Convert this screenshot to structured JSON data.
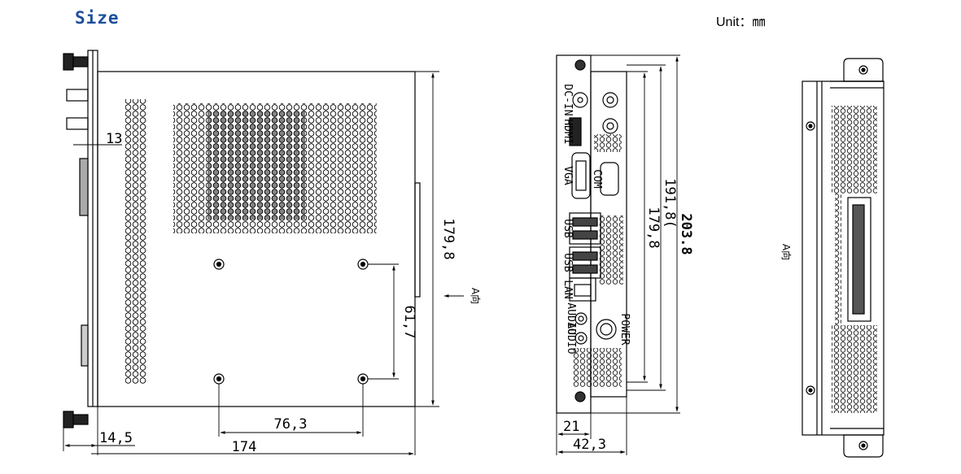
{
  "header": {
    "title": "Size",
    "unit": "Unit：㎜"
  },
  "side_view": {
    "dim_top_offset": "13",
    "dim_height": "179,8",
    "dim_hole_vertical": "61,7",
    "dim_hole_horizontal": "76,3",
    "dim_left_offset": "14,5",
    "dim_total_width": "174",
    "direction_label": "A向"
  },
  "front_view": {
    "dim_total_height": "203.8",
    "dim_height_with_note": "191,8(",
    "dim_inner_height": "179,8",
    "dim_top_width": "21",
    "dim_total_width": "42,3",
    "ports": [
      "DC-IN",
      "HDMI",
      "VGA",
      "COM",
      "USB",
      "USB",
      "LAN",
      "AUDIO",
      "AUDIO",
      "POWER"
    ]
  },
  "back_view": {
    "label": "A向"
  }
}
